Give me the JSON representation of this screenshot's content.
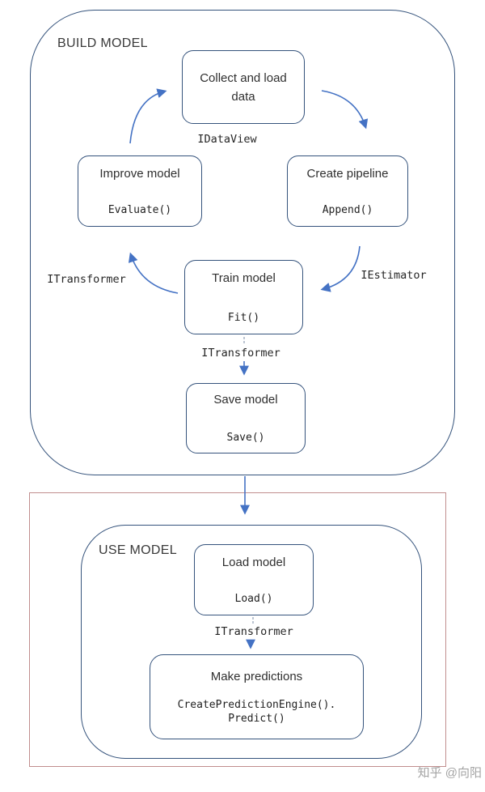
{
  "colors": {
    "box_border": "#35537c",
    "arrow_blue": "#4472c4",
    "connector_gray": "#98a6bb",
    "red_frame": "#c18e8e",
    "watermark_gray": "#a3a3a3"
  },
  "sections": {
    "build": {
      "label": "BUILD MODEL"
    },
    "use": {
      "label": "USE MODEL"
    }
  },
  "nodes": {
    "collect": {
      "title": "Collect and load data"
    },
    "improve": {
      "title": "Improve model",
      "code": "Evaluate()"
    },
    "pipeline": {
      "title": "Create pipeline",
      "code": "Append()"
    },
    "train": {
      "title": "Train model",
      "code": "Fit()"
    },
    "save": {
      "title": "Save model",
      "code": "Save()"
    },
    "load": {
      "title": "Load model",
      "code": "Load()"
    },
    "predict": {
      "title": "Make predictions",
      "code": "CreatePredictionEngine().\nPredict()"
    }
  },
  "labels": {
    "idataview": "IDataView",
    "iestimator": "IEstimator",
    "itransformer_left": "ITransformer",
    "itransformer_mid": "ITransformer",
    "itransformer_use": "ITransformer"
  },
  "watermark": "知乎 @向阳"
}
